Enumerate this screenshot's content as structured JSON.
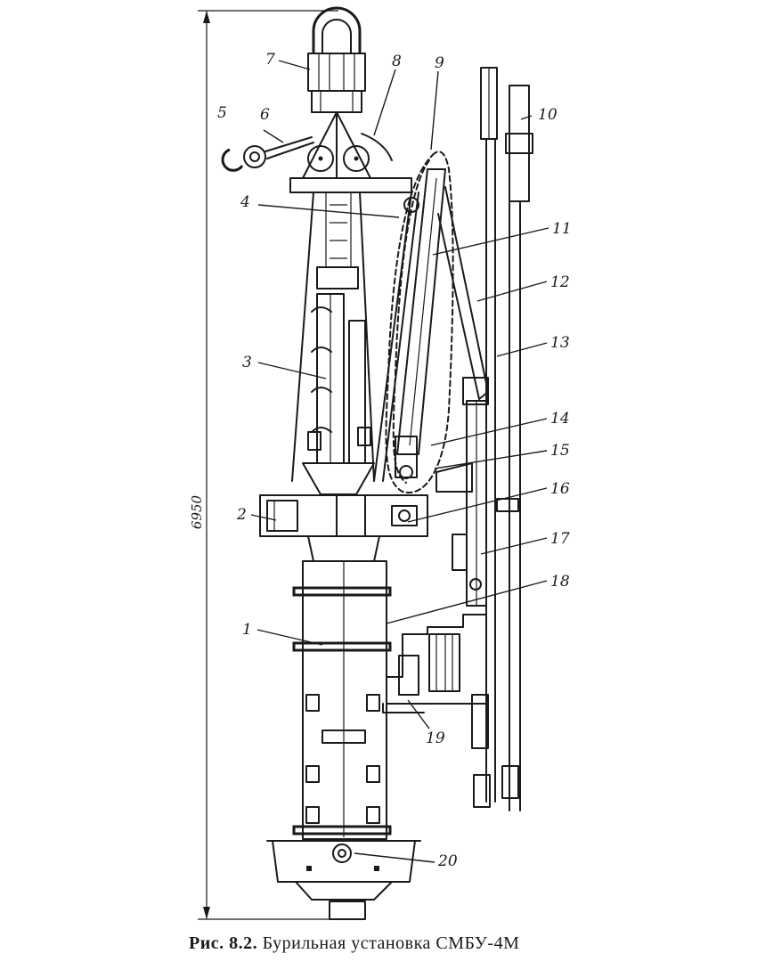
{
  "figure": {
    "dimension_label": "6950",
    "callouts": [
      "1",
      "2",
      "3",
      "4",
      "5",
      "6",
      "7",
      "8",
      "9",
      "10",
      "11",
      "12",
      "13",
      "14",
      "15",
      "16",
      "17",
      "18",
      "19",
      "20"
    ]
  },
  "caption": {
    "figure_number": "Рис. 8.2.",
    "title": "Бурильная установка СМБУ-4М"
  }
}
